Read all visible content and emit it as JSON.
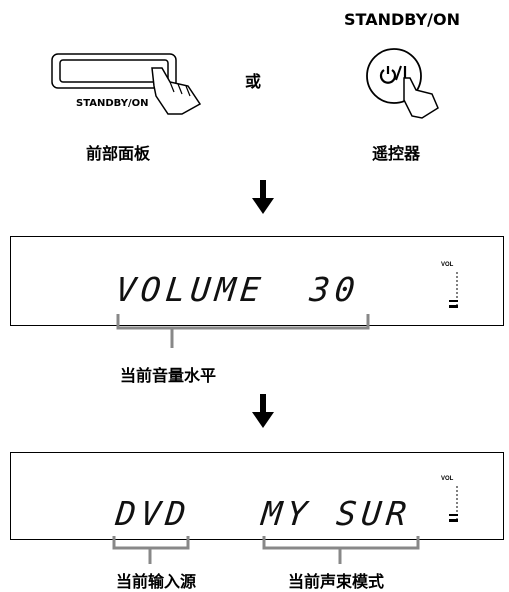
{
  "top": {
    "remote_title": "STANDBY/ON",
    "front_button_label": "STANDBY/ON",
    "or_text": "或",
    "front_panel_label": "前部面板",
    "remote_label": "遥控器",
    "remote_button_symbol": "⏻/I"
  },
  "display1": {
    "text_left": "VOLUME",
    "text_right": "30",
    "vol_indicator": "VOL",
    "bracket_label": "当前音量水平"
  },
  "display2": {
    "text_left": "DVD",
    "text_right": "MY SUR",
    "vol_indicator": "VOL",
    "left_bracket_label": "当前输入源",
    "right_bracket_label": "当前声束模式"
  },
  "colors": {
    "line": "#000000",
    "background": "#ffffff"
  }
}
